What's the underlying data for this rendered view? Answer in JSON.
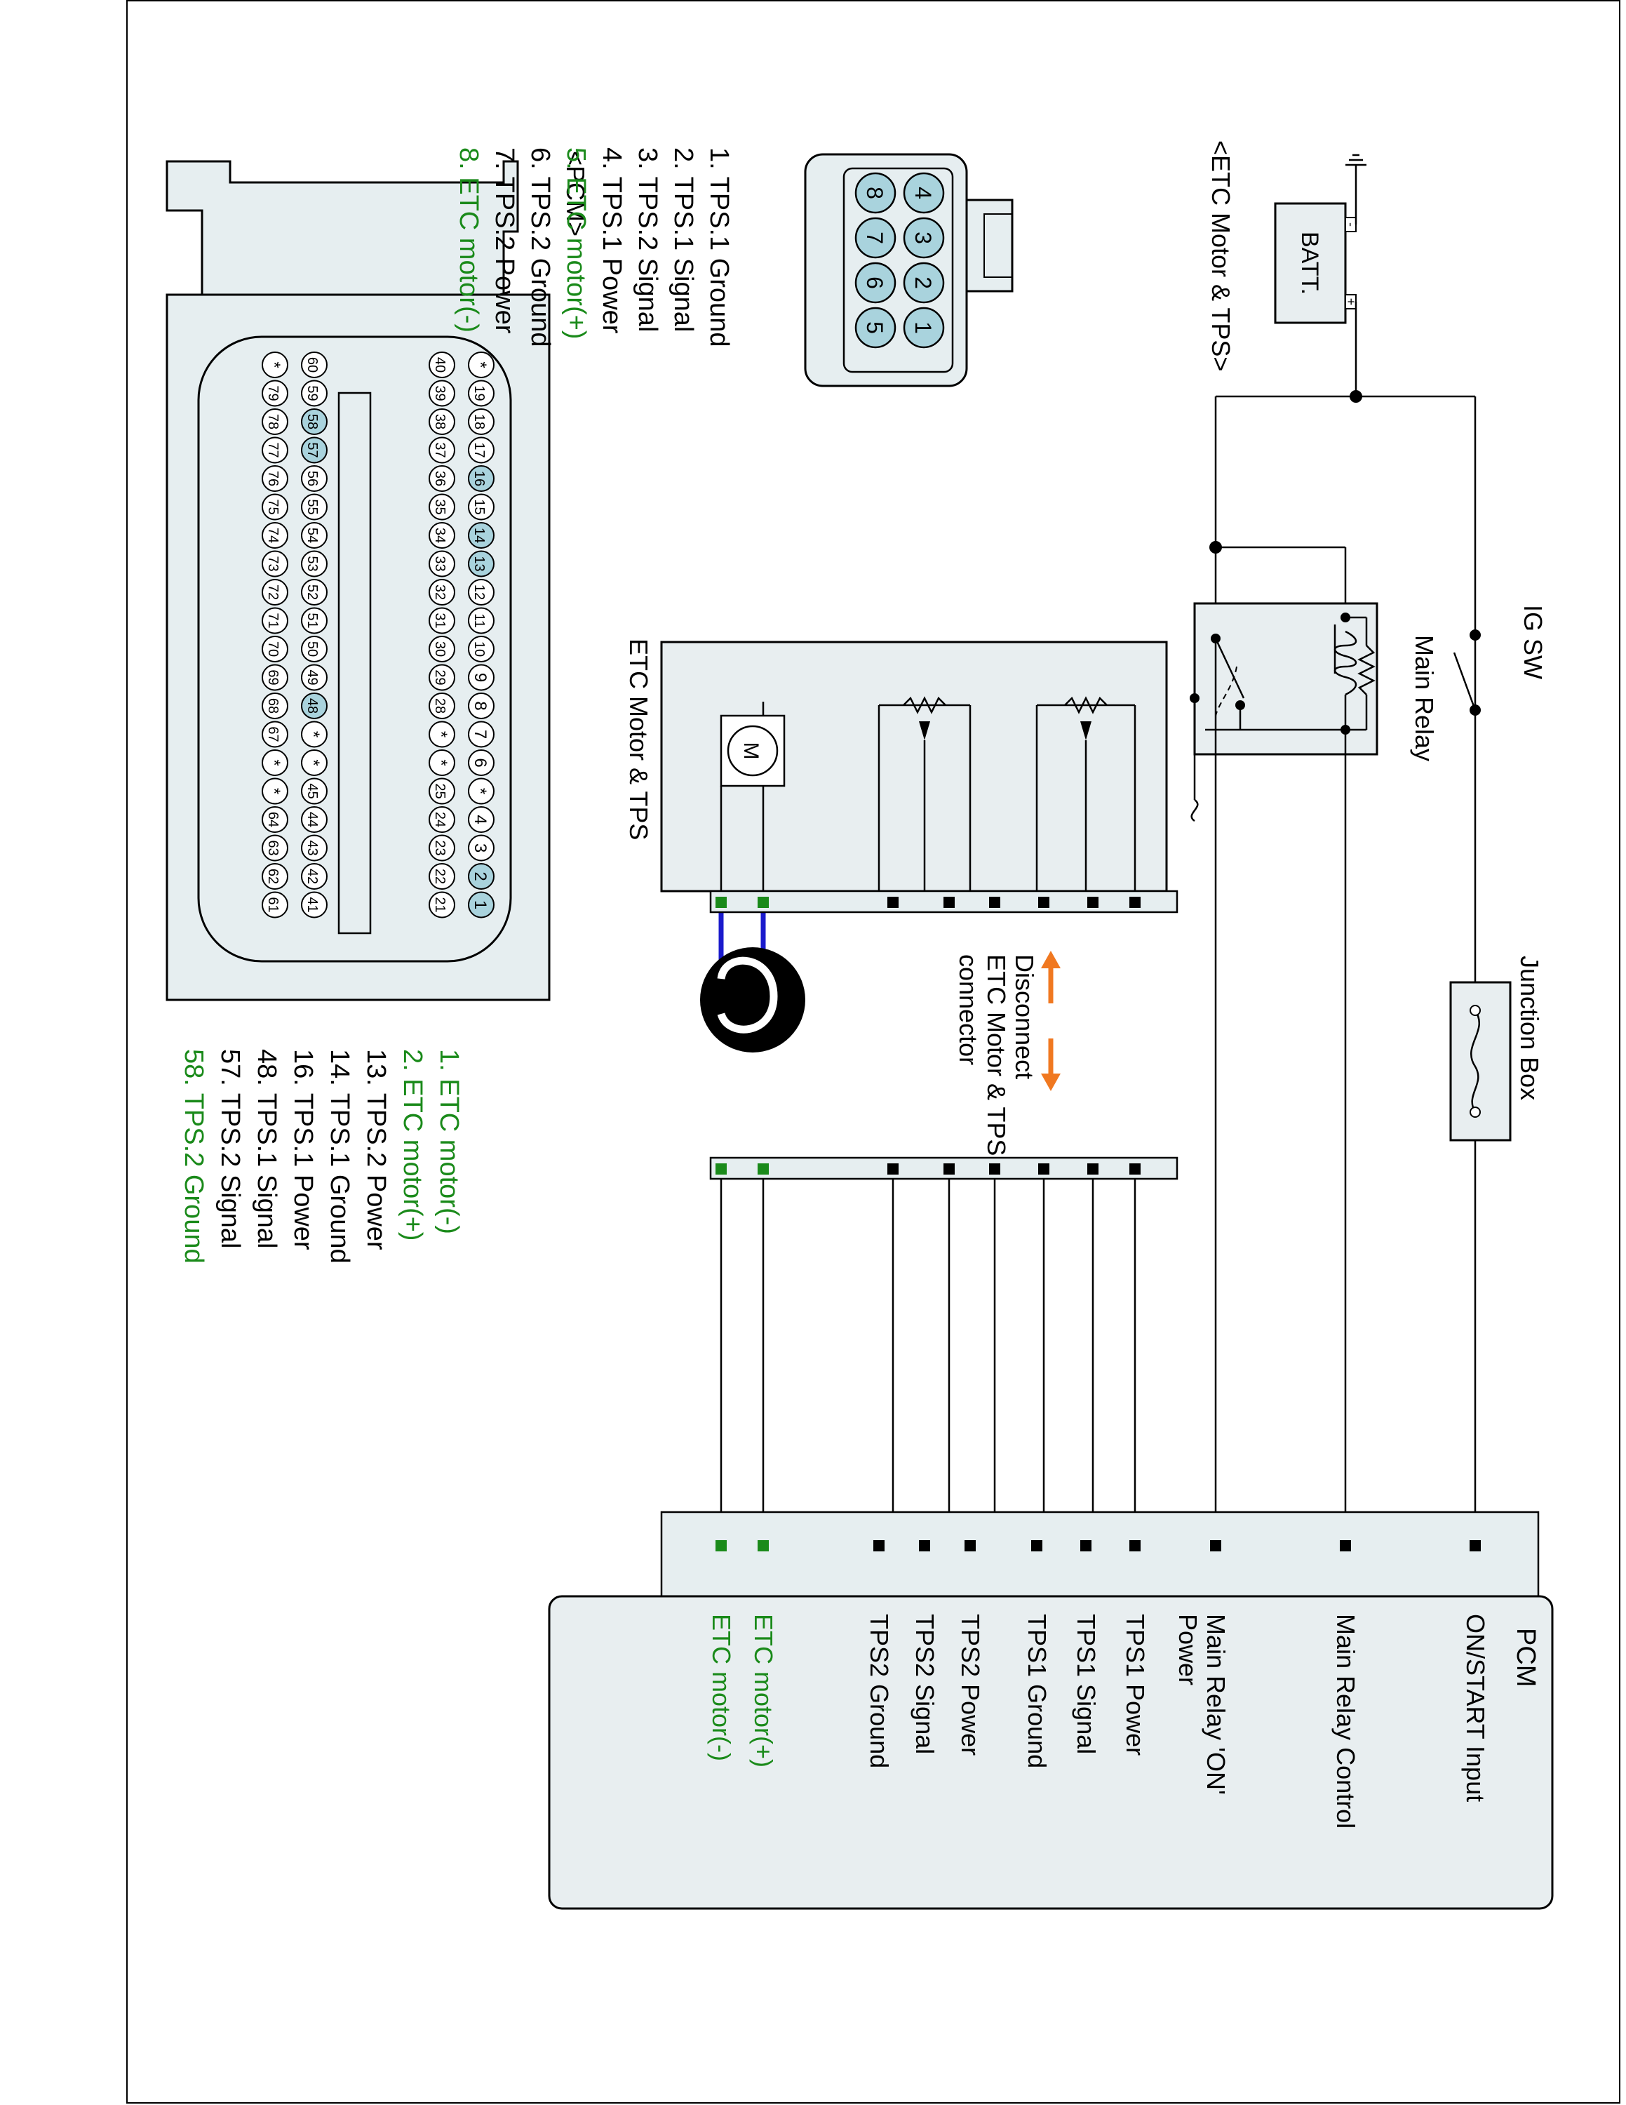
{
  "colors": {
    "line": "#000000",
    "green": "#1a8a1a",
    "blue_wire": "#1a1acc",
    "orange": "#f07820",
    "pin_fill": "#a9d3dd",
    "connector_fill": "#e6eef0",
    "box_fill": "#e8eef0"
  },
  "etc_connector": {
    "title": "<ETC Motor & TPS>",
    "pins_top": [
      "4",
      "3",
      "2",
      "1"
    ],
    "pins_bottom": [
      "8",
      "7",
      "6",
      "5"
    ],
    "legend": [
      {
        "text": "1. TPS.1 Ground",
        "green": false
      },
      {
        "text": "2. TPS.1 Signal",
        "green": false
      },
      {
        "text": "3. TPS.2 Signal",
        "green": false
      },
      {
        "text": "4. TPS.1 Power",
        "green": false
      },
      {
        "text": "5. ETC motor(+)",
        "green": true
      },
      {
        "text": "6. TPS.2 Ground",
        "green": false
      },
      {
        "text": "7. TPS.2 Power",
        "green": false
      },
      {
        "text": "8. ETC motor(-)",
        "green": true
      }
    ]
  },
  "pcm_connector": {
    "title": "<PCM>",
    "row1": [
      "*",
      "19",
      "18",
      "17",
      "16",
      "15",
      "14",
      "13",
      "12",
      "11",
      "10",
      "9",
      "8",
      "7",
      "6",
      "*",
      "4",
      "3",
      "2",
      "1"
    ],
    "row2": [
      "40",
      "39",
      "38",
      "37",
      "36",
      "35",
      "34",
      "33",
      "32",
      "31",
      "30",
      "29",
      "28",
      "*",
      "*",
      "25",
      "24",
      "23",
      "22",
      "21"
    ],
    "row3": [
      "60",
      "59",
      "58",
      "57",
      "56",
      "55",
      "54",
      "53",
      "52",
      "51",
      "50",
      "49",
      "48",
      "*",
      "*",
      "45",
      "44",
      "43",
      "42",
      "41"
    ],
    "row4": [
      "*",
      "79",
      "78",
      "77",
      "76",
      "75",
      "74",
      "73",
      "72",
      "71",
      "70",
      "69",
      "68",
      "67",
      "*",
      "*",
      "64",
      "63",
      "62",
      "61"
    ],
    "highlighted": [
      "16",
      "14",
      "13",
      "2",
      "1",
      "58",
      "57",
      "48"
    ],
    "legend": [
      {
        "text": "1. ETC motor(-)",
        "green": true
      },
      {
        "text": "2. ETC motor(+)",
        "green": true
      },
      {
        "text": "13. TPS.2 Power",
        "green": false
      },
      {
        "text": "14. TPS.1 Ground",
        "green": false
      },
      {
        "text": "16. TPS.1 Power",
        "green": false
      },
      {
        "text": "48. TPS.1 Signal",
        "green": false
      },
      {
        "text": "57. TPS.2 Signal",
        "green": false
      },
      {
        "text": "58. TPS.2 Ground",
        "green": true
      }
    ]
  },
  "battery": {
    "label": "BATT.",
    "minus": "-",
    "plus": "+"
  },
  "ig_switch": {
    "label": "IG SW"
  },
  "main_relay": {
    "label": "Main Relay"
  },
  "junction_box": {
    "label": "Junction Box"
  },
  "etc_module": {
    "label": "ETC Motor & TPS",
    "motor_symbol": "M"
  },
  "disconnect_note": {
    "lines": [
      "Disconnect",
      "ETC Motor & TPS",
      "connector"
    ]
  },
  "pcm": {
    "label": "PCM",
    "inputs": [
      {
        "lines": [
          "ON/START Input"
        ],
        "green": false
      },
      {
        "lines": [
          "Main Relay Control"
        ],
        "green": false
      },
      {
        "lines": [
          "Main Relay 'ON'",
          "Power"
        ],
        "green": false
      },
      {
        "lines": [
          "TPS1 Power"
        ],
        "green": false
      },
      {
        "lines": [
          "TPS1 Signal"
        ],
        "green": false
      },
      {
        "lines": [
          "TPS1 Ground"
        ],
        "green": false
      },
      {
        "lines": [
          "TPS2 Power"
        ],
        "green": false
      },
      {
        "lines": [
          "TPS2 Signal"
        ],
        "green": false
      },
      {
        "lines": [
          "TPS2 Ground"
        ],
        "green": false
      },
      {
        "lines": [
          "ETC motor(+)"
        ],
        "green": true
      },
      {
        "lines": [
          "ETC motor(-)"
        ],
        "green": true
      }
    ]
  }
}
